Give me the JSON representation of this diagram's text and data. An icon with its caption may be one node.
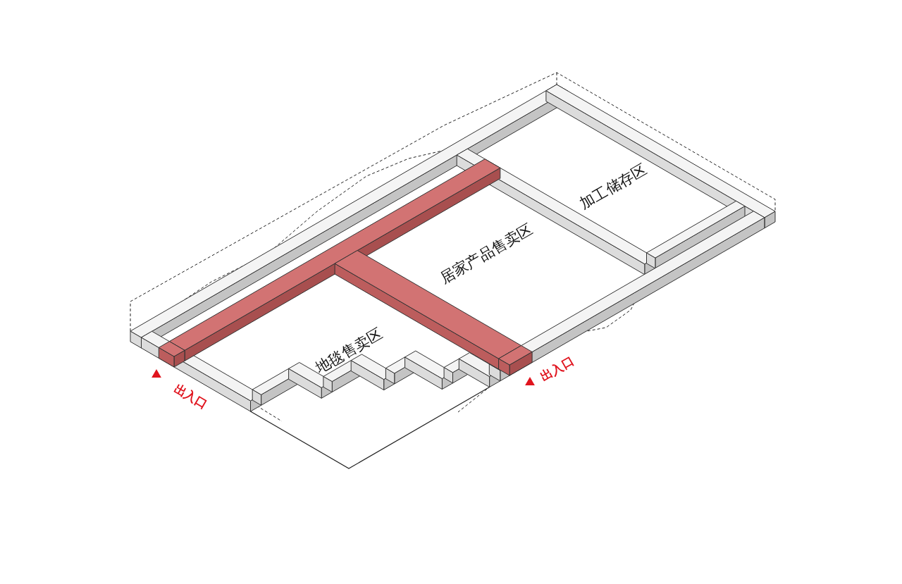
{
  "diagram": {
    "labels": [
      "加工储存区",
      "居家产品售卖区",
      "地毯售卖区",
      "出入口",
      "出入口"
    ]
  }
}
